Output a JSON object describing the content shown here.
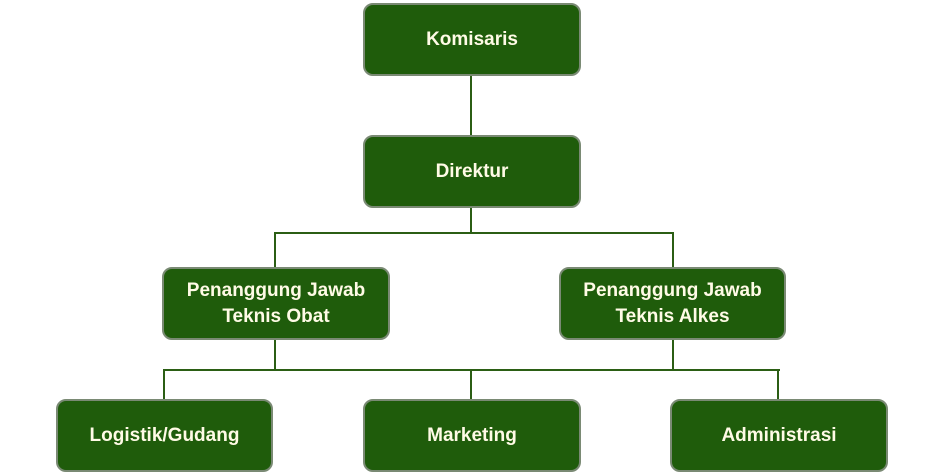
{
  "org_chart": {
    "komisaris": "Komisaris",
    "direktur": "Direktur",
    "pj_obat": [
      "Penanggung Jawab",
      "Teknis Obat"
    ],
    "pj_alkes": [
      "Penanggung Jawab",
      "Teknis Alkes"
    ],
    "logistik": "Logistik/Gudang",
    "marketing": "Marketing",
    "administrasi": "Administrasi"
  },
  "colors": {
    "box_fill": "#1f5c0b",
    "line": "#2b5e14",
    "text": "#fffbe6"
  }
}
